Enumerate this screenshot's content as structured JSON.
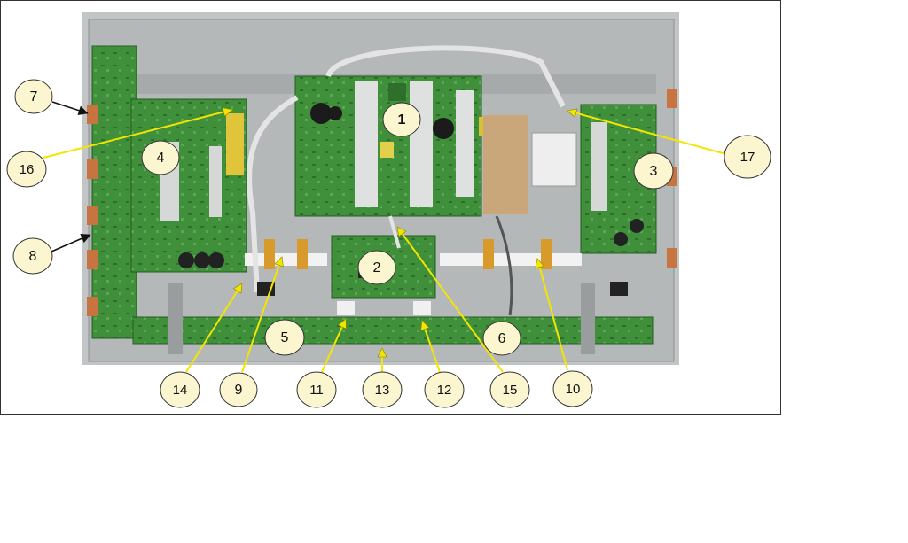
{
  "callouts": [
    {
      "label": "1"
    },
    {
      "label": "2"
    },
    {
      "label": "3"
    },
    {
      "label": "4"
    },
    {
      "label": "5"
    },
    {
      "label": "6"
    },
    {
      "label": "7"
    },
    {
      "label": "8"
    },
    {
      "label": "9"
    },
    {
      "label": "10"
    },
    {
      "label": "11"
    },
    {
      "label": "12"
    },
    {
      "label": "13"
    },
    {
      "label": "14"
    },
    {
      "label": "15"
    },
    {
      "label": "16"
    },
    {
      "label": "17"
    }
  ],
  "colors": {
    "bubble_fill": "#fbf6cf",
    "bubble_stroke": "#333333",
    "arrow_yellow": "#f2e600",
    "arrow_black": "#111111",
    "chassis": "#b9bcbd",
    "pcb_green": "#3f8f3b"
  }
}
